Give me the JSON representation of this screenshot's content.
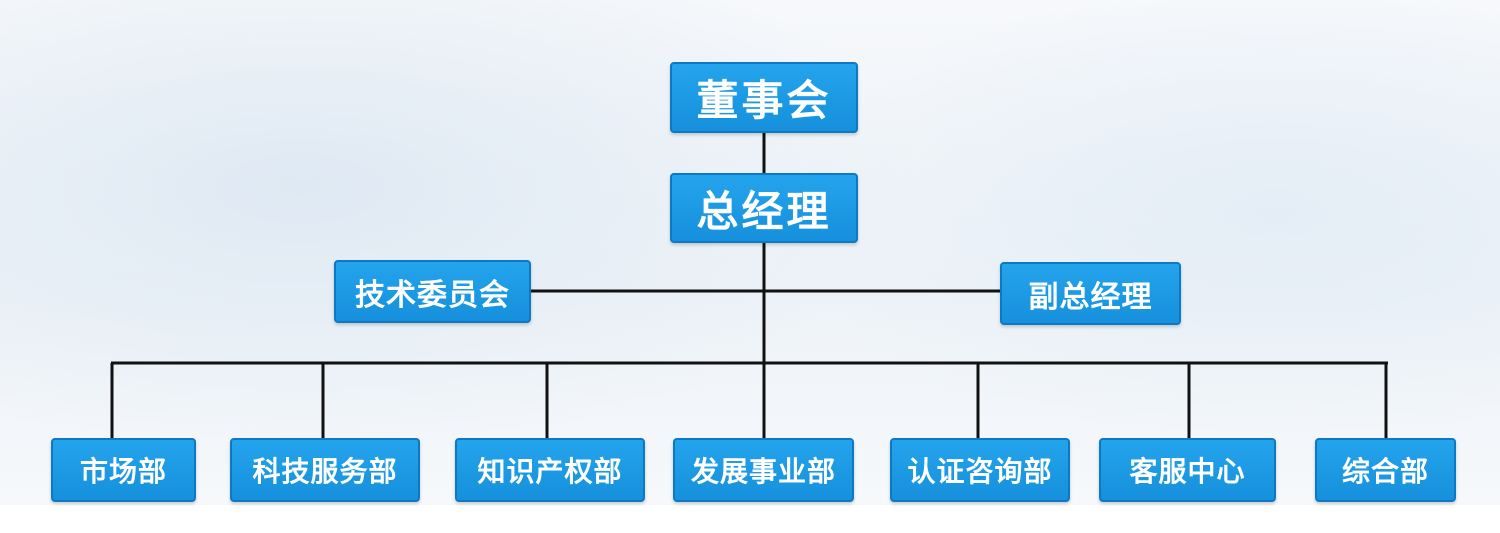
{
  "colors": {
    "box_fill": "#1b99e4",
    "box_border": "#0d78c4",
    "text": "#ffffff",
    "connector": "#111111"
  },
  "chart": {
    "board": "董事会",
    "general_manager": "总经理",
    "technical_committee": "技术委员会",
    "deputy_general_manager": "副总经理",
    "departments": [
      "市场部",
      "科技服务部",
      "知识产权部",
      "发展事业部",
      "认证咨询部",
      "客服中心",
      "综合部"
    ]
  }
}
